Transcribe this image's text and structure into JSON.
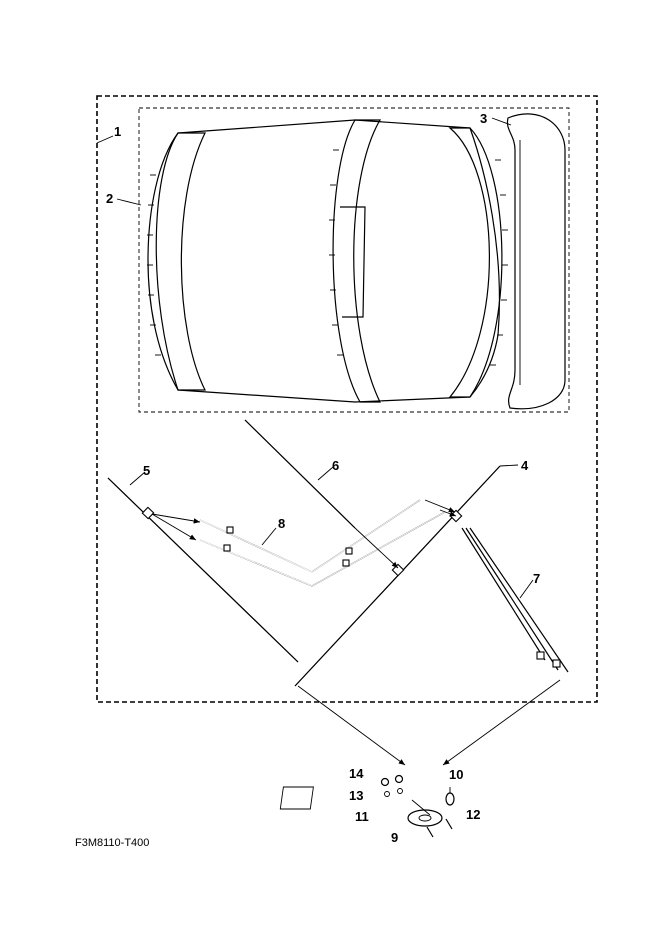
{
  "diagram": {
    "part_numbers": [
      "1",
      "2",
      "3",
      "4",
      "5",
      "6",
      "7",
      "8",
      "9",
      "10",
      "11",
      "12",
      "13",
      "14"
    ],
    "drawing_code": "F3M8110-T400"
  }
}
